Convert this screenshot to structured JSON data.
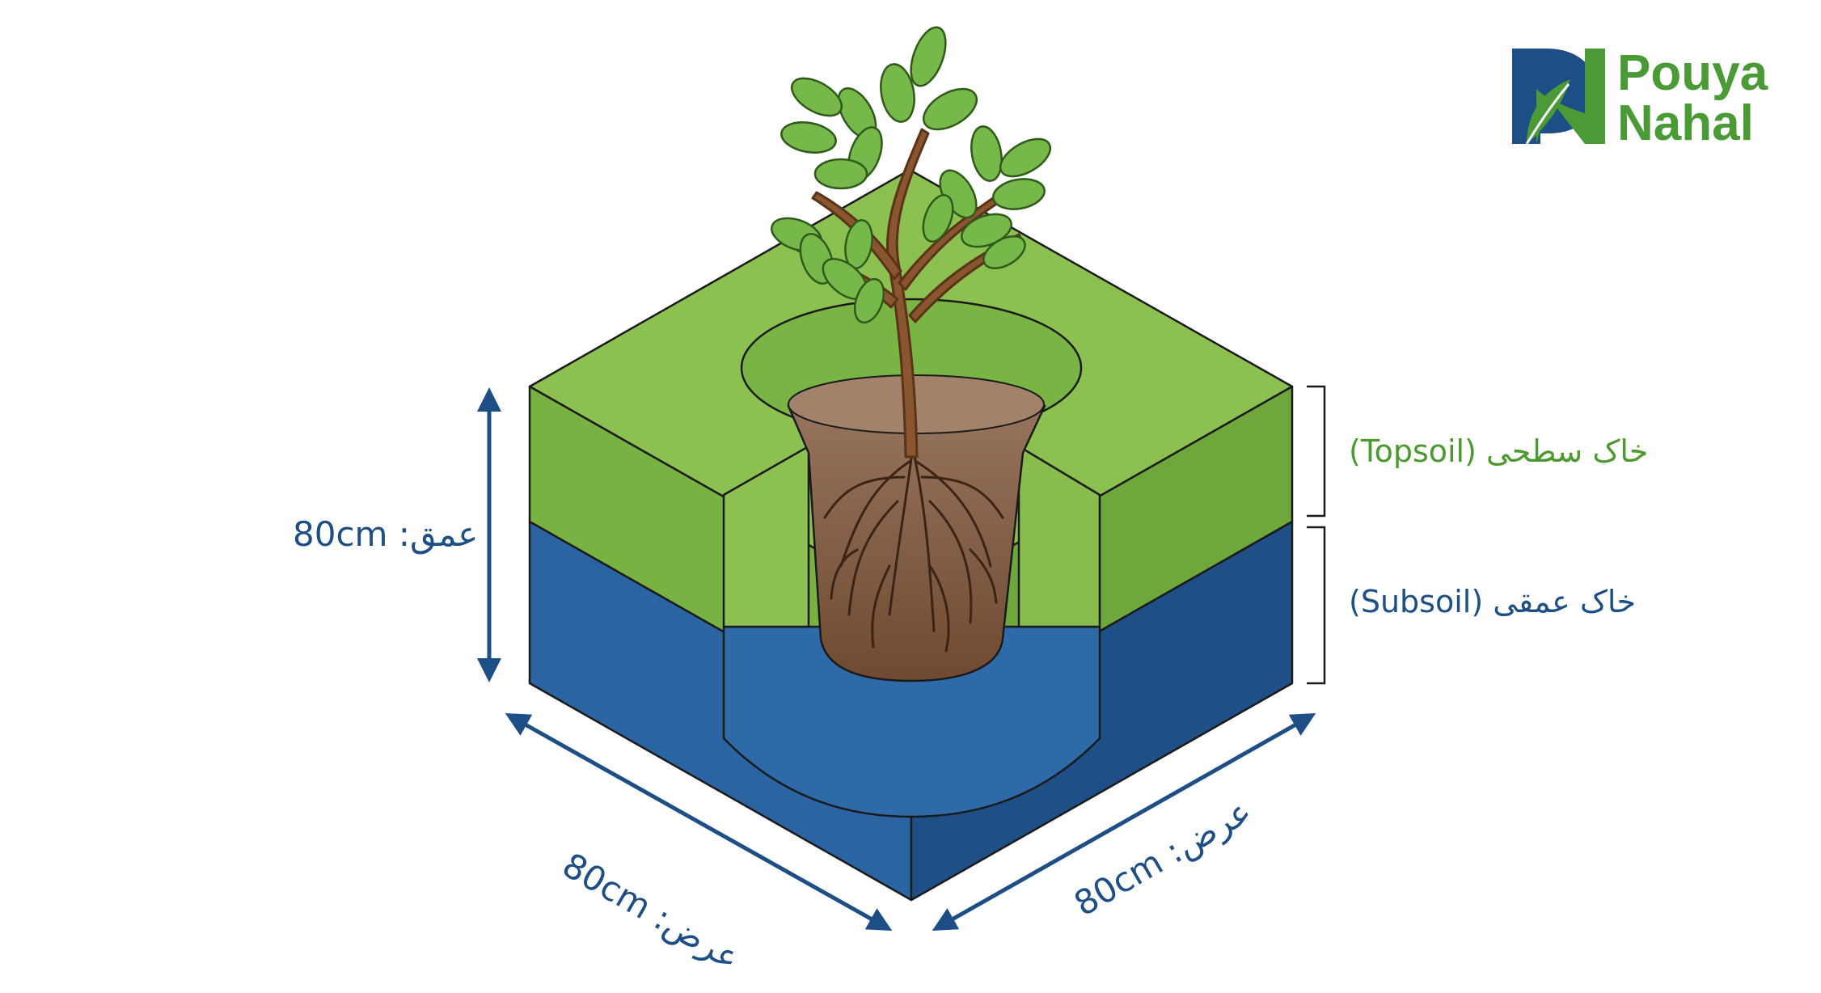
{
  "brand": {
    "line1": "Pouya",
    "line2": "Nahal",
    "icon": "pn-leaf-logo-icon",
    "colors": {
      "blue": "#1d4e86",
      "green": "#4a9a35"
    }
  },
  "labels": {
    "depth": "عمق: 80cm",
    "width_left": "عرض: 80cm",
    "width_right": "عرض: 80cm",
    "topsoil": "خاک سطحی (Topsoil)",
    "subsoil": "خاک عمقی (Subsoil)"
  },
  "colors": {
    "topsoil": "#8cc152",
    "topsoil_side": "#78b243",
    "subsoil": "#2b64a3",
    "subsoil_side": "#1e4f87",
    "backfill": "#7a5238",
    "trunk": "#7a4a28",
    "leaf": "#76b84a",
    "dimension": "#1d4e86"
  }
}
